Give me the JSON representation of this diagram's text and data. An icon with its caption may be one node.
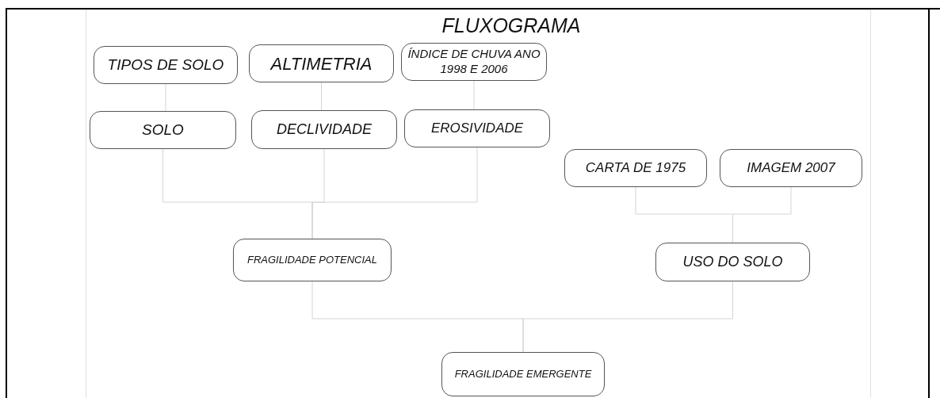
{
  "diagram": {
    "title": "FLUXOGRAMA",
    "nodes": [
      {
        "text": [
          "TIPOS DE SOLO"
        ]
      },
      {
        "text": [
          "ALTIMETRIA"
        ]
      },
      {
        "text": [
          "ÍNDICE DE CHUVA ANO 1998 E 2006"
        ]
      },
      {
        "text": [
          "SOLO"
        ]
      },
      {
        "text": [
          "DECLIVIDADE"
        ]
      },
      {
        "text": [
          "EROSIVIDADE"
        ]
      },
      {
        "text": [
          "CARTA DE 1975"
        ]
      },
      {
        "text": [
          "IMAGEM 2007"
        ]
      },
      {
        "text": [
          "FRAGILIDADE POTENCIAL"
        ]
      },
      {
        "text": [
          "USO DO SOLO"
        ]
      },
      {
        "text": [
          "FRAGILIDADE EMERGENTE"
        ]
      }
    ],
    "edges": [
      {
        "from": 0,
        "to": 3,
        "arrow": "none"
      },
      {
        "from": 1,
        "to": 4,
        "arrow": "none"
      },
      {
        "from": 2,
        "to": 5,
        "arrow": "none"
      },
      {
        "from": 3,
        "to": 8,
        "arrow": "none"
      },
      {
        "from": 4,
        "to": 8,
        "arrow": "none"
      },
      {
        "from": 5,
        "to": 8,
        "arrow": "none"
      },
      {
        "from": 6,
        "to": 9,
        "arrow": "none"
      },
      {
        "from": 7,
        "to": 9,
        "arrow": "none"
      },
      {
        "from": 8,
        "to": 10,
        "arrow": "none"
      },
      {
        "from": 9,
        "to": 10,
        "arrow": "none"
      }
    ]
  }
}
